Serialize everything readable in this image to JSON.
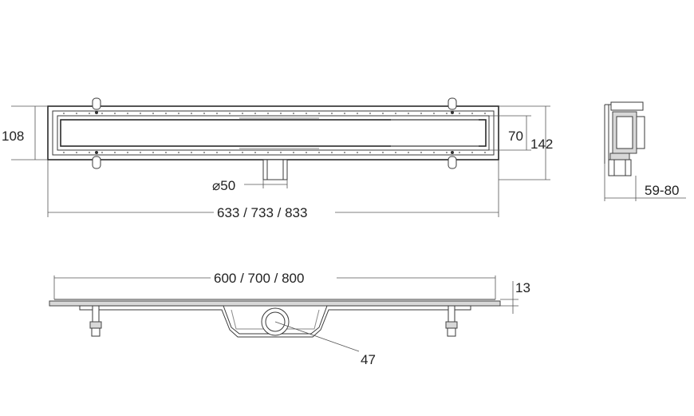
{
  "dimensions": {
    "height_inner_left": "108",
    "height_inner_right": "70",
    "height_total": "142",
    "outlet_diameter": "⌀50",
    "overall_length": "633 / 733 / 833",
    "grate_length": "600 / 700 / 800",
    "flange_height": "13",
    "outlet_height": "47",
    "adjust_range": "59-80"
  },
  "colors": {
    "line": "#3a3a3a",
    "fill": "#d8d8d8"
  }
}
